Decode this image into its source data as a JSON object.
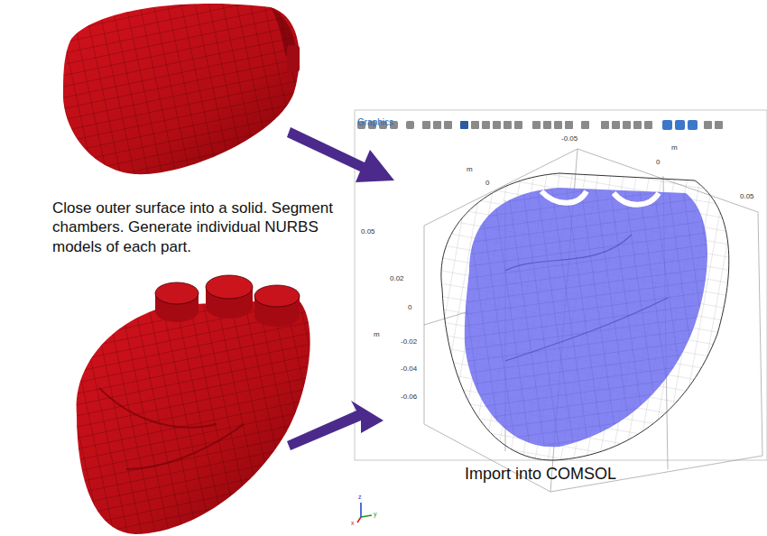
{
  "diagram": {
    "nodes": [
      {
        "text": [
          "Graphics"
        ]
      }
    ],
    "labels": [
      "Close outer surface into a solid. Segment chambers. Generate individual NURBS models of each part.",
      "Import into COMSOL",
      "-0.05",
      "m",
      "0",
      "0.05",
      "m",
      "0",
      "0.05",
      "0.02",
      "0",
      "m",
      "-0.02",
      "-0.04",
      "-0.06",
      "x",
      "y",
      "z"
    ]
  }
}
